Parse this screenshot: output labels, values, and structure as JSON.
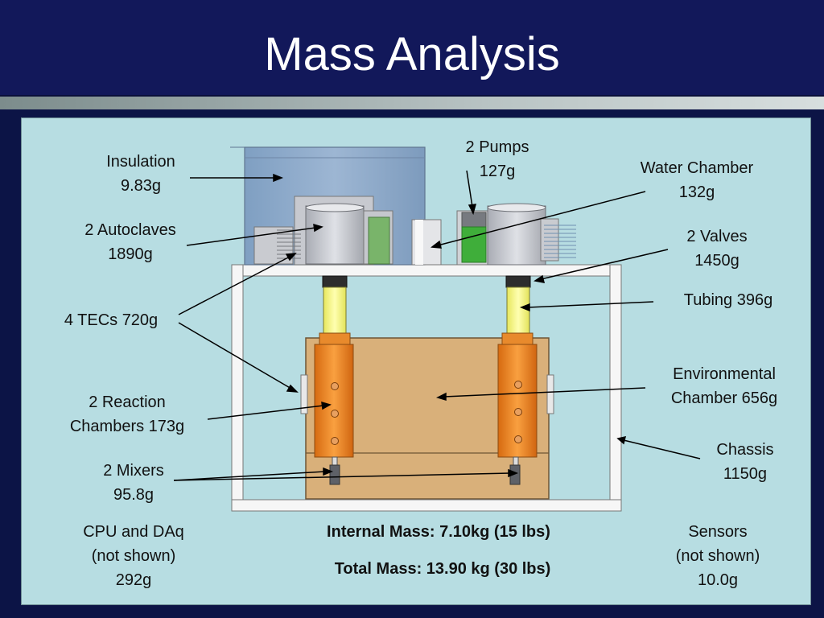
{
  "title": "Mass Analysis",
  "labels": {
    "insulation": {
      "name": "Insulation",
      "mass": "9.83g"
    },
    "autoclaves": {
      "name": "2 Autoclaves",
      "mass": "1890g"
    },
    "tecs": {
      "text": "4 TECs 720g"
    },
    "reaction_chambers": {
      "name": "2 Reaction",
      "mass": "Chambers 173g"
    },
    "mixers": {
      "name": "2 Mixers",
      "mass": "95.8g"
    },
    "cpu": {
      "line1": "CPU and DAq",
      "line2": "(not shown)",
      "mass": "292g"
    },
    "pumps": {
      "name": "2 Pumps",
      "mass": "127g"
    },
    "water_chamber": {
      "name": "Water Chamber",
      "mass": "132g"
    },
    "valves": {
      "name": "2 Valves",
      "mass": "1450g"
    },
    "tubing": {
      "text": "Tubing 396g"
    },
    "environmental_chamber": {
      "name": "Environmental",
      "mass": "Chamber 656g"
    },
    "chassis": {
      "name": "Chassis",
      "mass": "1150g"
    },
    "sensors": {
      "line1": "Sensors",
      "line2": "(not shown)",
      "mass": "10.0g"
    }
  },
  "totals": {
    "internal": "Internal Mass: 7.10kg (15 lbs)",
    "total": "Total Mass: 13.90 kg (30 lbs)"
  }
}
